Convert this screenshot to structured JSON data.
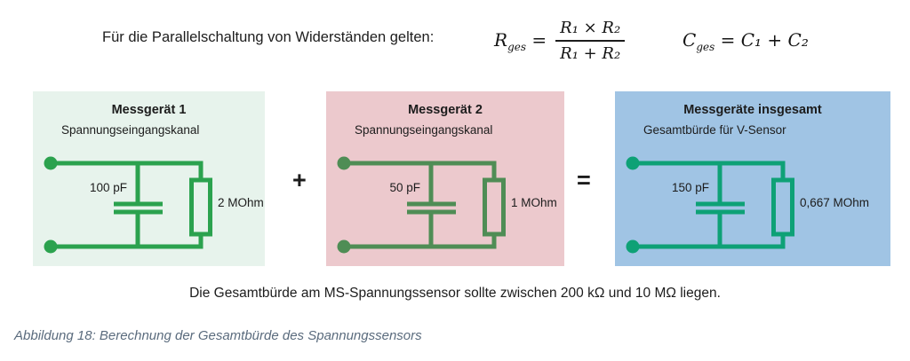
{
  "header": {
    "intro_text": "Für die Parallelschaltung von Widerständen gelten:",
    "formula_r": {
      "lhs_base": "R",
      "lhs_sub": "ges",
      "equals": "=",
      "numerator": "R₁ × R₂",
      "denominator": "R₁ + R₂"
    },
    "formula_c": {
      "lhs_base": "C",
      "lhs_sub": "ges",
      "rhs": "= C₁ + C₂"
    }
  },
  "operators": {
    "plus": "+",
    "equals": "="
  },
  "panels": [
    {
      "title": "Messgerät 1",
      "subtitle": "Spannungseingangskanal",
      "capacitor_label": "100 pF",
      "resistor_label": "2 MOhm",
      "bg_color": "#e7f3ec",
      "circuit_color": "#2ba24e"
    },
    {
      "title": "Messgerät 2",
      "subtitle": "Spannungseingangskanal",
      "capacitor_label": "50 pF",
      "resistor_label": "1 MOhm",
      "bg_color": "#ecc9cd",
      "circuit_color": "#4f8d55"
    },
    {
      "title": "Messgeräte insgesamt",
      "subtitle": "Gesamtbürde für V-Sensor",
      "capacitor_label": "150 pF",
      "resistor_label": "0,667 MOhm",
      "bg_color": "#a0c4e4",
      "circuit_color": "#0ea176"
    }
  ],
  "footer": {
    "note": "Die Gesamtbürde am MS-Spannungssensor sollte zwischen 200 kΩ und 10 MΩ liegen.",
    "caption": "Abbildung 18: Berechnung der Gesamtbürde des Spannungssensors"
  }
}
